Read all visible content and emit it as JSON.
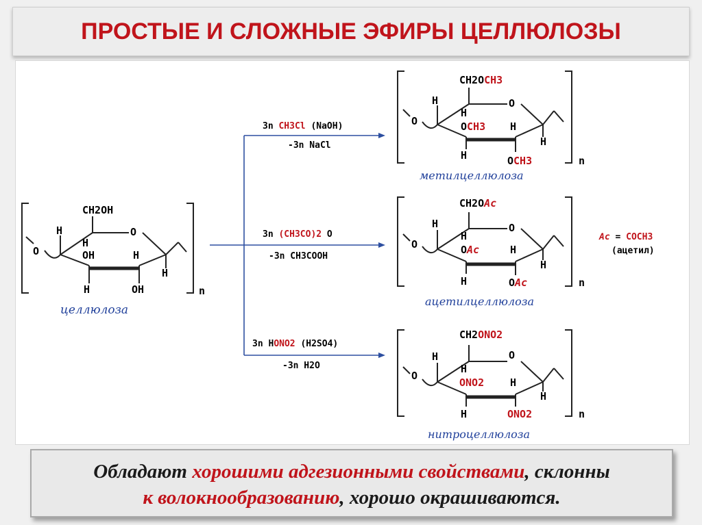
{
  "title": "ПРОСТЫЕ И СЛОЖНЫЕ ЭФИРЫ ЦЕЛЛЮЛОЗЫ",
  "colors": {
    "accent_red": "#c0141b",
    "label_blue": "#1f3f9a",
    "arrow_blue": "#2d4fa0"
  },
  "cellulose": {
    "label": "целлюлоза",
    "ch2": "CH2OH",
    "ring_o": "O",
    "o_left": "O",
    "h_left": "H",
    "h_c4": "H",
    "oh_c3": "OH",
    "h_c2": "H",
    "h_c1": "H",
    "h_c3_low": "H",
    "oh_c2_low": "OH",
    "n": "n"
  },
  "reactions": [
    {
      "reagent_parts": [
        "3n ",
        "CH3Cl",
        " (NaOH)"
      ],
      "byproduct": "-3n NaCl"
    },
    {
      "reagent_parts": [
        "3n ",
        "(CH3CO)2",
        " O"
      ],
      "byproduct": "-3n CH3COOH"
    },
    {
      "reagent_parts": [
        "3n H",
        "ONO2",
        " (H2SO4)"
      ],
      "byproduct": "-3n H2O"
    }
  ],
  "products": [
    {
      "label": "метилцеллюлоза",
      "ch2_prefix": "CH2O",
      "ch2_group": "CH3",
      "c3_prefix": "O",
      "c3_group": "CH3",
      "c2_prefix": "O",
      "c2_group": "CH3"
    },
    {
      "label": "ацетилцеллюлоза",
      "ch2_prefix": "CH2O",
      "ch2_group": "Ac",
      "c3_prefix": "O",
      "c3_group": "Ac",
      "c2_prefix": "O",
      "c2_group": "Ac"
    },
    {
      "label": "нитроцеллюлоза",
      "ch2_prefix": "CH2",
      "ch2_group": "ONO2",
      "c3_prefix": "",
      "c3_group": "ONO2",
      "c2_prefix": "",
      "c2_group": "ONO2"
    }
  ],
  "ring_labels": {
    "o": "O",
    "h": "H",
    "n": "n"
  },
  "acetyl_note": {
    "left": "Ac",
    "eq": " = ",
    "right": "COCH3",
    "sub": "(ацетил)"
  },
  "footer": {
    "part1": "Обладают ",
    "part2": "хорошими адгезионными свойствами",
    "part3": ", склонны",
    "part4": "к волокнообразованию",
    "part5": ", хорошо окрашиваются."
  }
}
